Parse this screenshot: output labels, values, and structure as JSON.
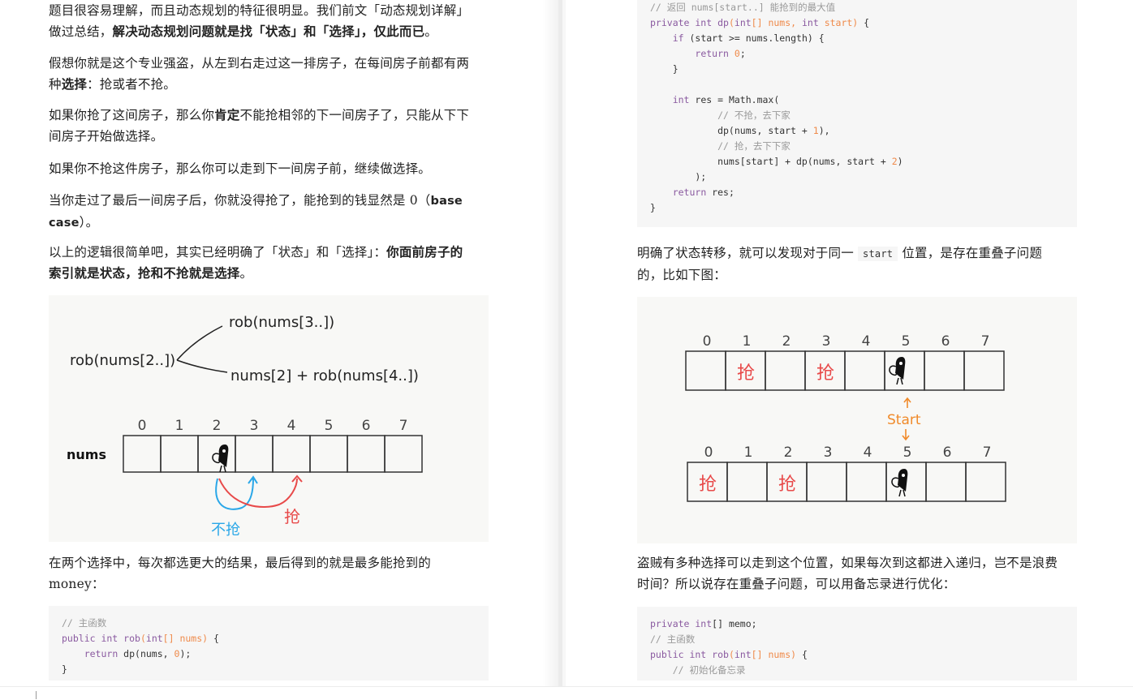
{
  "left_page": {
    "paragraphs": {
      "p1_line1": "题目很容易理解，而且动态规划的特征很明显。我们前文「动态规划详解」",
      "p1_line2_plain": "做过总结，",
      "p1_line2_bold": "解决动态规划问题就是找「状态」和「选择」，仅此而已",
      "p1_line2_end": "。",
      "p2_line1": "假想你就是这个专业强盗，从左到右走过这一排房子，在每间房子前都有两",
      "p2_line2_plain1": "种",
      "p2_line2_bold": "选择",
      "p2_line2_plain2": "：抢或者不抢。",
      "p3_line1_a": "如果你抢了这间房子，那么你",
      "p3_line1_bold": "肯定",
      "p3_line1_b": "不能抢相邻的下一间房子了，只能从下下",
      "p3_line2": "间房子开始做选择。",
      "p4": "如果你不抢这件房子，那么你可以走到下一间房子前，继续做选择。",
      "p5_line1_plain": "当你走过了最后一间房子后，你就没得抢了，能抢到的钱显然是 0（",
      "p5_line1_bold": "base",
      "p5_line2_bold": "case",
      "p5_line2_end": "）。",
      "p6_line1_plain": "以上的逻辑很简单吧，其实已经明确了「状态」和「选择」：",
      "p6_line1_bold": "你面前房子的",
      "p6_line2_bold": "索引就是状态，抢和不抢就是选择",
      "p6_line2_end": "。",
      "p7_line1": "在两个选择中，每次都选更大的结果，最后得到的就是最多能抢到的",
      "p7_line2": "money："
    },
    "figure1": {
      "branch_top": "rob(nums[3..])",
      "root": "rob(nums[2..])",
      "branch_bottom": "nums[2] + rob(nums[4..])",
      "array_label": "nums",
      "indices": [
        "0",
        "1",
        "2",
        "3",
        "4",
        "5",
        "6",
        "7"
      ],
      "thief_index": 2,
      "label_not_rob": "不抢",
      "label_rob": "抢",
      "color_not_rob": "#2aa7e8",
      "color_rob": "#e84a4a"
    },
    "code1": {
      "lines": [
        [
          {
            "t": "// 主函数",
            "c": "com"
          }
        ],
        [
          {
            "t": "public int ",
            "c": "kw"
          },
          {
            "t": "rob",
            "c": "fn"
          },
          {
            "t": "(",
            "c": "param"
          },
          {
            "t": "int",
            "c": "kw"
          },
          {
            "t": "[] nums)",
            "c": "param"
          },
          {
            "t": " {",
            "c": ""
          }
        ],
        [
          {
            "t": "    ",
            "c": ""
          },
          {
            "t": "return",
            "c": "kw"
          },
          {
            "t": " dp(nums, ",
            "c": ""
          },
          {
            "t": "0",
            "c": "num"
          },
          {
            "t": ");",
            "c": ""
          }
        ],
        [
          {
            "t": "}",
            "c": ""
          }
        ]
      ]
    }
  },
  "right_page": {
    "code_top": {
      "lines": [
        [
          {
            "t": "// 返回 nums[start..] 能抢到的最大值",
            "c": "com"
          }
        ],
        [
          {
            "t": "private int ",
            "c": "kw"
          },
          {
            "t": "dp",
            "c": "fn"
          },
          {
            "t": "(",
            "c": "param"
          },
          {
            "t": "int",
            "c": "kw"
          },
          {
            "t": "[] nums, ",
            "c": "param"
          },
          {
            "t": "int",
            "c": "kw"
          },
          {
            "t": " start)",
            "c": "param"
          },
          {
            "t": " {",
            "c": ""
          }
        ],
        [
          {
            "t": "    ",
            "c": ""
          },
          {
            "t": "if",
            "c": "kw"
          },
          {
            "t": " (start >= nums.length) {",
            "c": ""
          }
        ],
        [
          {
            "t": "        ",
            "c": ""
          },
          {
            "t": "return",
            "c": "kw"
          },
          {
            "t": " ",
            "c": ""
          },
          {
            "t": "0",
            "c": "num"
          },
          {
            "t": ";",
            "c": ""
          }
        ],
        [
          {
            "t": "    }",
            "c": ""
          }
        ],
        [
          {
            "t": "",
            "c": ""
          }
        ],
        [
          {
            "t": "    ",
            "c": ""
          },
          {
            "t": "int",
            "c": "kw"
          },
          {
            "t": " res = Math.max(",
            "c": ""
          }
        ],
        [
          {
            "t": "            ",
            "c": ""
          },
          {
            "t": "// 不抢，去下家",
            "c": "com"
          }
        ],
        [
          {
            "t": "            dp(nums, start + ",
            "c": ""
          },
          {
            "t": "1",
            "c": "num"
          },
          {
            "t": "),",
            "c": ""
          }
        ],
        [
          {
            "t": "            ",
            "c": ""
          },
          {
            "t": "// 抢，去下下家",
            "c": "com"
          }
        ],
        [
          {
            "t": "            nums[start] + dp(nums, start + ",
            "c": ""
          },
          {
            "t": "2",
            "c": "num"
          },
          {
            "t": ")",
            "c": ""
          }
        ],
        [
          {
            "t": "        );",
            "c": ""
          }
        ],
        [
          {
            "t": "    ",
            "c": ""
          },
          {
            "t": "return",
            "c": "kw"
          },
          {
            "t": " res;",
            "c": ""
          }
        ],
        [
          {
            "t": "}",
            "c": ""
          }
        ]
      ]
    },
    "paragraphs": {
      "p1_line1_a": "明确了状态转移，就可以发现对于同一",
      "p1_inline_code": "start",
      "p1_line1_b": "位置，是存在重叠子问题",
      "p1_line2": "的，比如下图：",
      "p2_line1": "盗贼有多种选择可以走到这个位置，如果每次到这都进入递归，岂不是浪费",
      "p2_line2": "时间？所以说存在重叠子问题，可以用备忘录进行优化："
    },
    "figure2": {
      "indices": [
        "0",
        "1",
        "2",
        "3",
        "4",
        "5",
        "6",
        "7"
      ],
      "row1_rob_cells": [
        1,
        3
      ],
      "row2_rob_cells": [
        0,
        2
      ],
      "thief_index": 5,
      "rob_glyph": "抢",
      "start_label": "Start",
      "color_rob": "#e84a4a",
      "color_start": "#f08a2a"
    },
    "code2": {
      "lines": [
        [
          {
            "t": "private int",
            "c": "kw"
          },
          {
            "t": "[] memo;",
            "c": ""
          }
        ],
        [
          {
            "t": "// 主函数",
            "c": "com"
          }
        ],
        [
          {
            "t": "public int ",
            "c": "kw"
          },
          {
            "t": "rob",
            "c": "fn"
          },
          {
            "t": "(",
            "c": "param"
          },
          {
            "t": "int",
            "c": "kw"
          },
          {
            "t": "[] nums)",
            "c": "param"
          },
          {
            "t": " {",
            "c": ""
          }
        ],
        [
          {
            "t": "    ",
            "c": ""
          },
          {
            "t": "// 初始化备忘录",
            "c": "com"
          }
        ]
      ]
    }
  }
}
